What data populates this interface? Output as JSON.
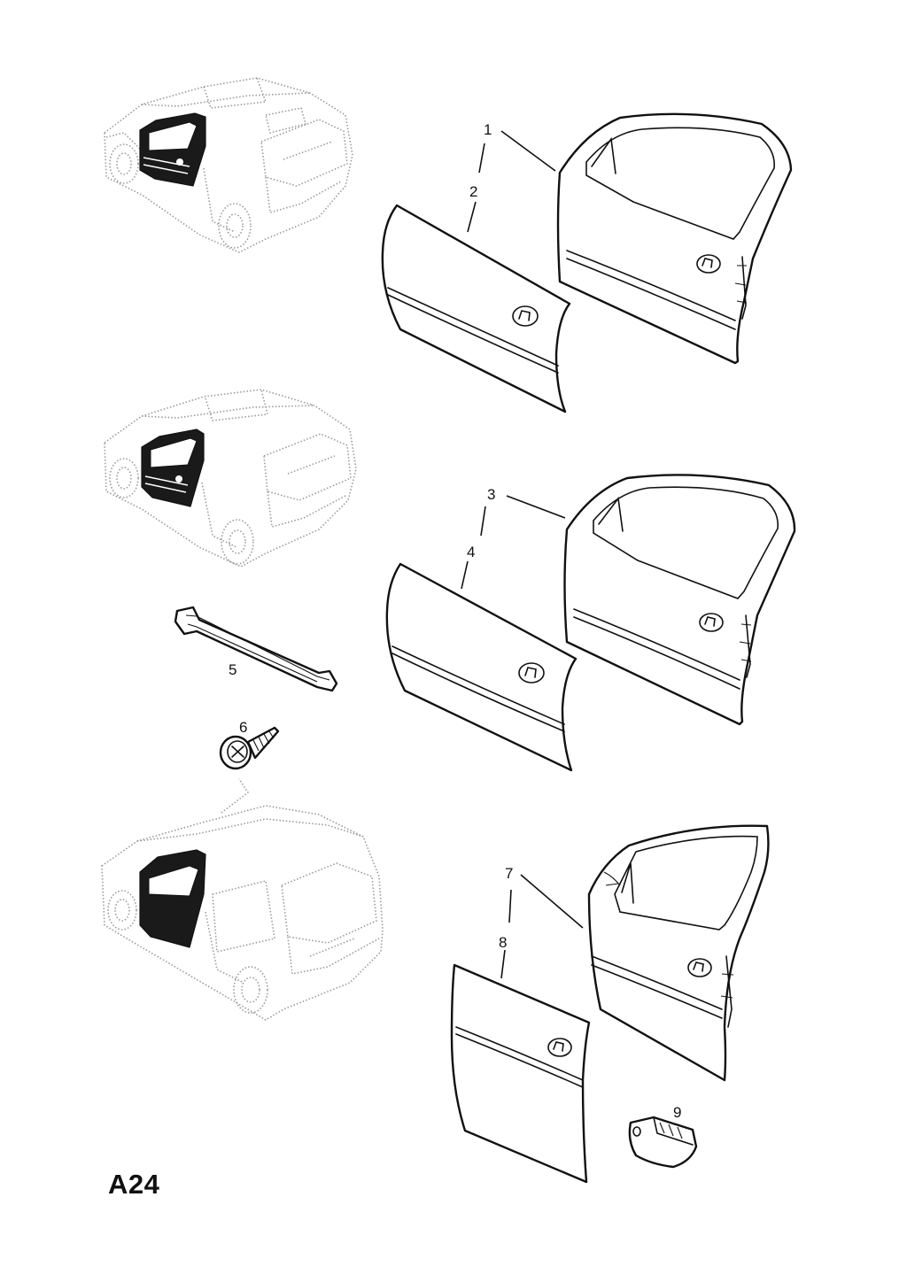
{
  "sheet_code": "A24",
  "callouts": [
    {
      "number": "1",
      "part": "front door frame (5-door)"
    },
    {
      "number": "2",
      "part": "outer door panel (5-door)"
    },
    {
      "number": "3",
      "part": "front door frame (3-door)"
    },
    {
      "number": "4",
      "part": "outer door panel (3-door)"
    },
    {
      "number": "5",
      "part": "strip"
    },
    {
      "number": "6",
      "part": "screw"
    },
    {
      "number": "7",
      "part": "front door frame (van)"
    },
    {
      "number": "8",
      "part": "outer door panel (van)"
    },
    {
      "number": "9",
      "part": "hinge cover"
    }
  ],
  "colors": {
    "line": "#111111",
    "phantom": "#9a9a9a",
    "background": "#ffffff"
  }
}
